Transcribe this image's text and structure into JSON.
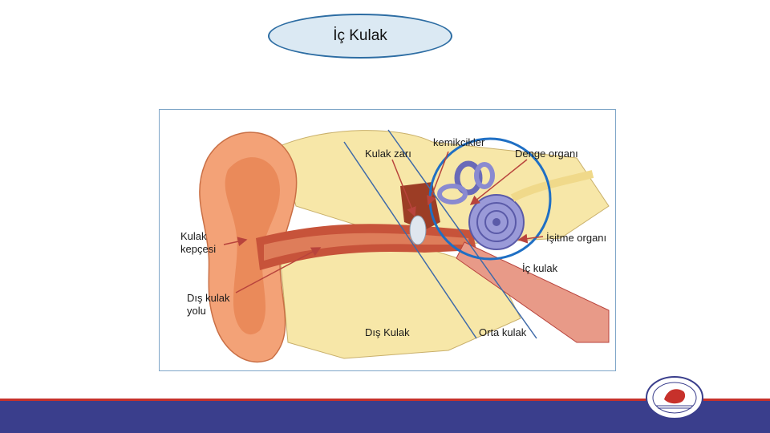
{
  "slide": {
    "title": "İç Kulak"
  },
  "diagram": {
    "labels": {
      "kulak_kepcesi_1": "Kulak",
      "kulak_kepcesi_2": "kepçesi",
      "dis_kulak_yolu_1": "Dış kulak",
      "dis_kulak_yolu_2": "yolu",
      "kulak_zari": "Kulak zarı",
      "kemikcikler": "kemikcikler",
      "denge_organi": "Denge organı",
      "isitme_organi": "İşitme organı",
      "ic_kulak": "İç kulak",
      "dis_kulak": "Dış Kulak",
      "orta_kulak": "Orta kulak"
    }
  },
  "colors": {
    "title_border": "#2d6da3",
    "title_fill": "#dbe9f3",
    "footer_band": "#3a3e8c",
    "footer_accent": "#c7312b",
    "skin": "#f3a277",
    "bone": "#f7e7a8",
    "canal": "#c7533a",
    "cochlea": "#9a9ad8",
    "highlight_circle": "#1f6fc4",
    "pointer_arrow": "#b8433c"
  }
}
